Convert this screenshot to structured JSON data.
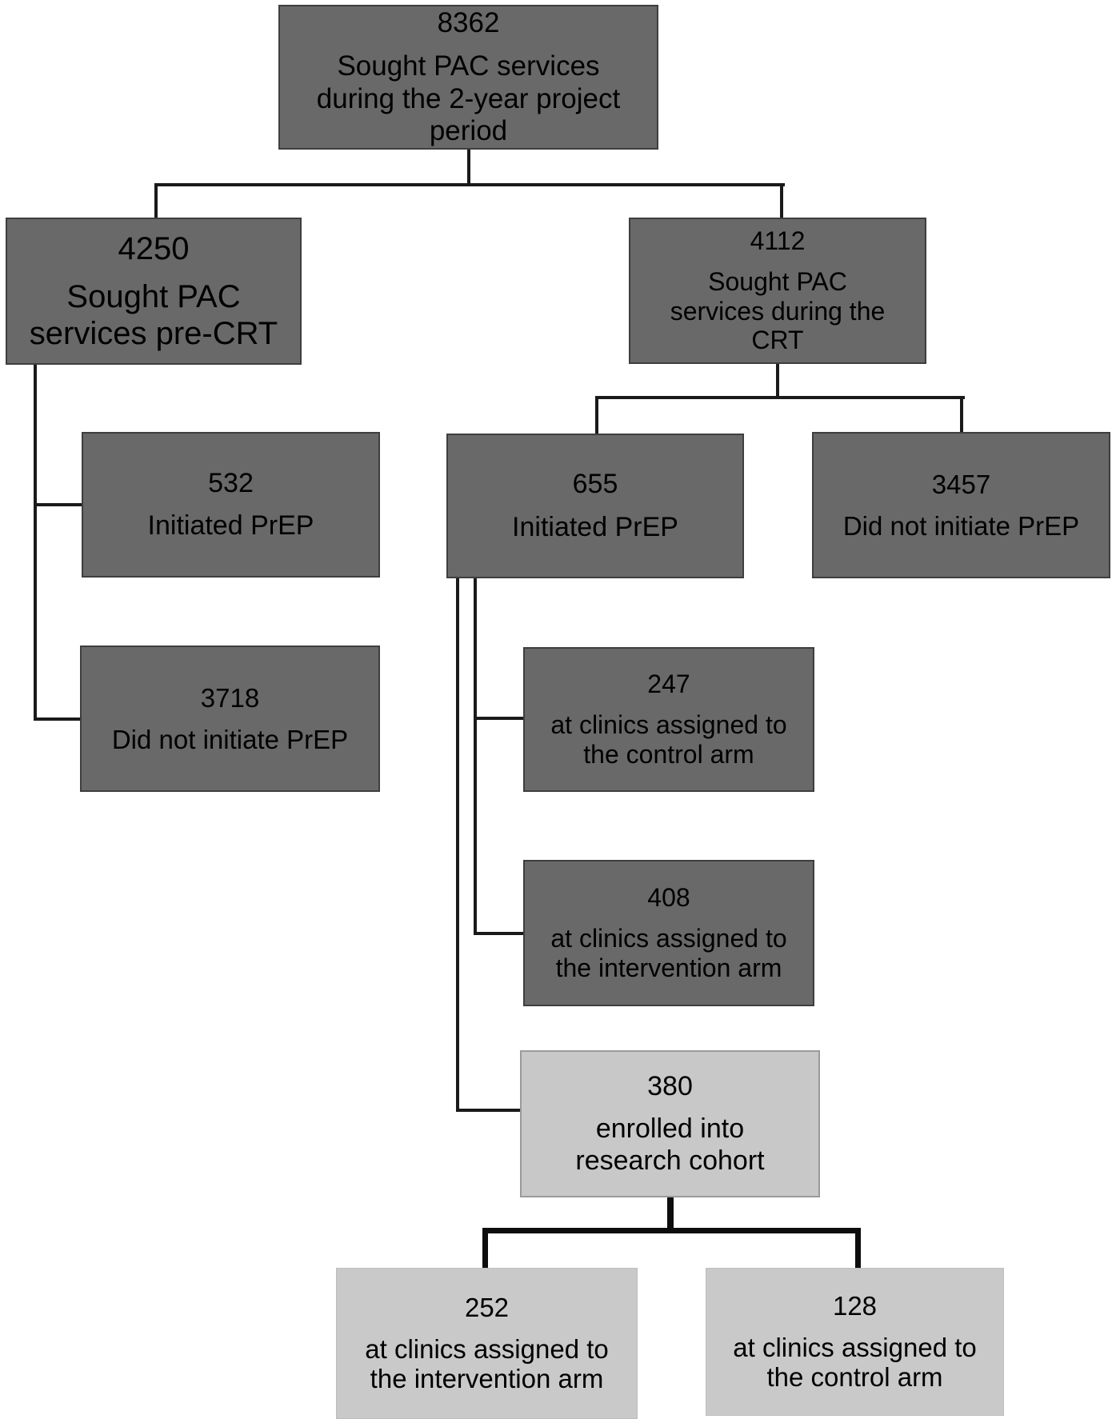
{
  "colors": {
    "box_dark_fill": "#696969",
    "box_dark_border": "#3e3e3e",
    "box_light_fill": "#c9c9c9",
    "box_light_border": "#9a9a9a",
    "connector_line": "#1a1a1a",
    "text": "#000000"
  },
  "nodes": [
    {
      "count": "8362",
      "label": "Sought PAC services\nduring the 2-year project\nperiod",
      "shade": "dark"
    },
    {
      "count": "4250",
      "label": "Sought PAC\nservices pre-CRT",
      "shade": "dark"
    },
    {
      "count": "4112",
      "label": "Sought PAC\nservices during the\nCRT",
      "shade": "dark"
    },
    {
      "count": "532",
      "label": "Initiated PrEP",
      "shade": "dark"
    },
    {
      "count": "3718",
      "label": "Did not initiate PrEP",
      "shade": "dark"
    },
    {
      "count": "655",
      "label": "Initiated PrEP",
      "shade": "dark"
    },
    {
      "count": "3457",
      "label": "Did not initiate PrEP",
      "shade": "dark"
    },
    {
      "count": "247",
      "label": "at clinics assigned to\nthe control arm",
      "shade": "dark"
    },
    {
      "count": "408",
      "label": "at clinics assigned to\nthe intervention arm",
      "shade": "dark"
    },
    {
      "count": "380",
      "label": "enrolled into\nresearch cohort",
      "shade": "light"
    },
    {
      "count": "252",
      "label": "at clinics assigned to\nthe intervention arm",
      "shade": "light"
    },
    {
      "count": "128",
      "label": "at clinics assigned to\nthe control arm",
      "shade": "light"
    }
  ]
}
